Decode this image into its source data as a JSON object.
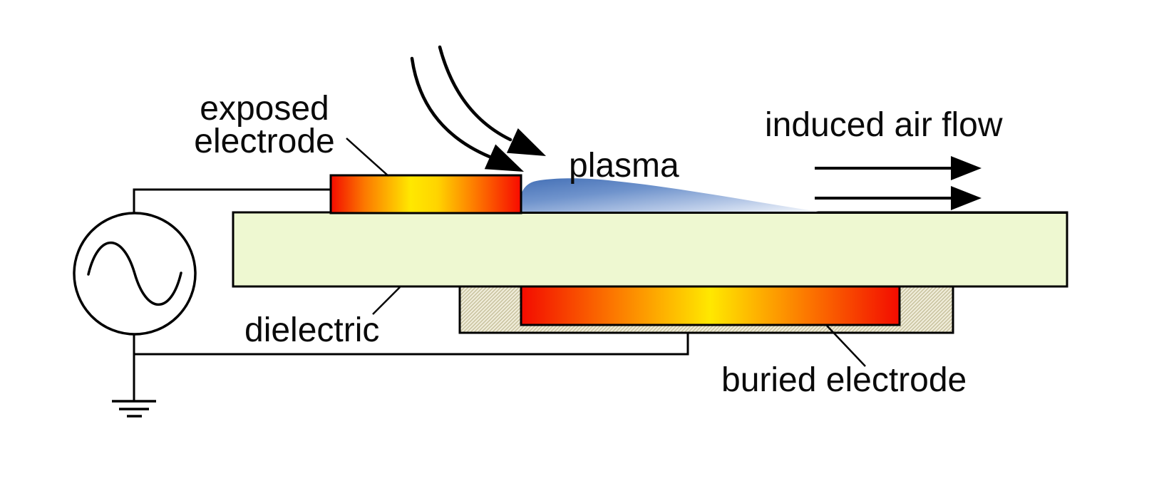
{
  "figure": {
    "title": "plasma actuator schematic",
    "labels": {
      "exposed_electrode_line1": "exposed",
      "exposed_electrode_line2": "electrode",
      "plasma": "plasma",
      "induced_air_flow": "induced air flow",
      "dielectric": "dielectric",
      "buried_electrode": "buried electrode"
    },
    "components": {
      "power_source": "ac-voltage-source",
      "ground": "earth-ground",
      "flow_arrow_count": 2,
      "incoming_arrow_count": 2
    },
    "colors": {
      "background": "#ffffff",
      "outline": "#000000",
      "dielectric_fill": "#eef8d1",
      "electrode_red": "#f30b00",
      "electrode_orange": "#fc7a00",
      "electrode_yellow": "#ffe800",
      "plasma_blue_dark": "#4470b6",
      "plasma_blue_light": "#f8fafd",
      "substrate_hatch_tan": "#c9c3a0",
      "substrate_hatch_bg": "#f2efdd"
    }
  }
}
